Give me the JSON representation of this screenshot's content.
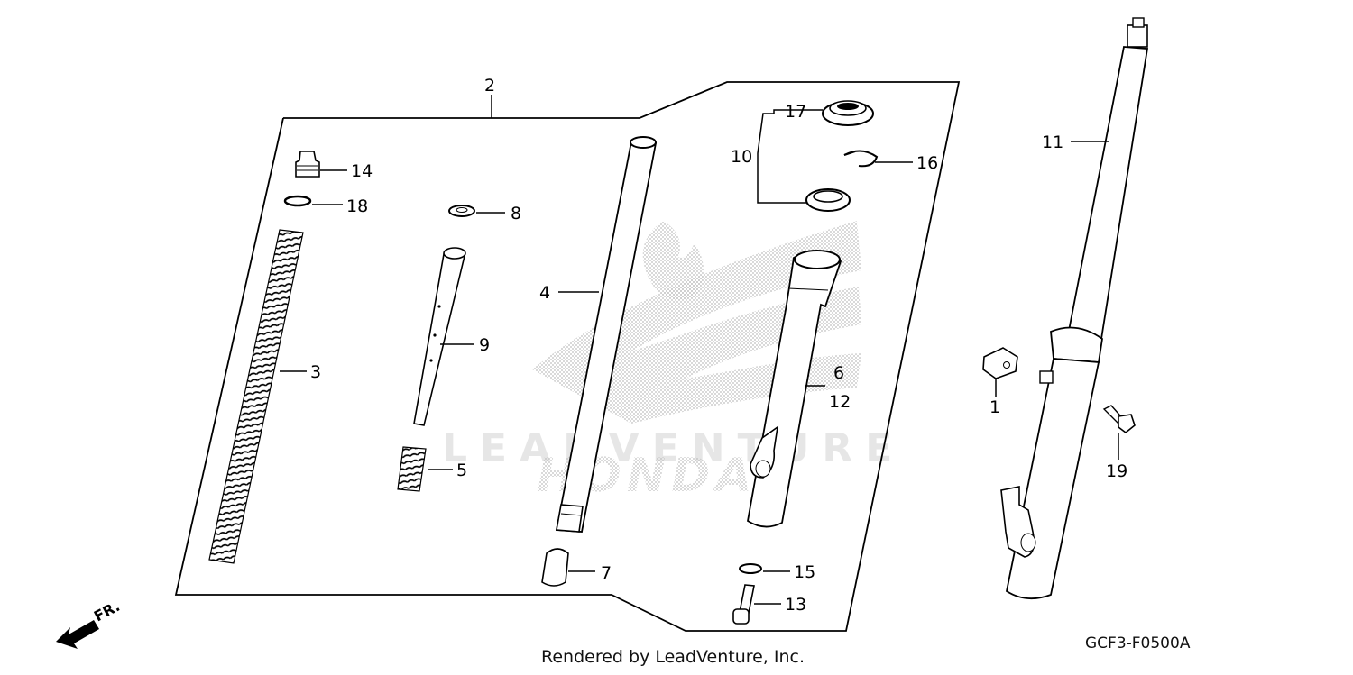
{
  "diagram": {
    "part_labels": {
      "p1": "1",
      "p2": "2",
      "p3": "3",
      "p4": "4",
      "p5": "5",
      "p6": "6",
      "p7": "7",
      "p8": "8",
      "p9": "9",
      "p10": "10",
      "p11": "11",
      "p12": "12",
      "p13": "13",
      "p14": "14",
      "p15": "15",
      "p16": "16",
      "p17": "17",
      "p18": "18",
      "p19": "19"
    },
    "watermark_brand": "HONDA",
    "watermark_text": "LEADVENTURE",
    "direction_marker": "FR.",
    "diagram_code": "GCF3-F0500A"
  },
  "footer": {
    "render_credit": "Rendered by LeadVenture, Inc."
  },
  "colors": {
    "ink": "#000000",
    "watermark": "#cfcfcf",
    "background": "#ffffff"
  }
}
